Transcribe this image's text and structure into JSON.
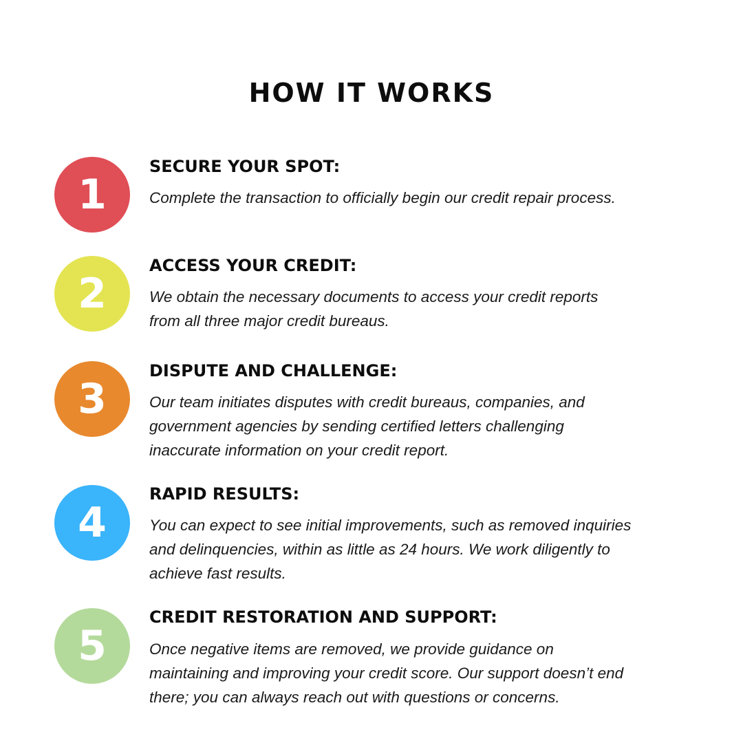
{
  "title": "HOW IT WORKS",
  "colors": {
    "step1": "#e04e56",
    "step2": "#e4e453",
    "step3": "#e8892e",
    "step4": "#3ab4fb",
    "step5": "#b4da9b"
  },
  "steps": [
    {
      "number": "1",
      "heading": "SECURE YOUR SPOT:",
      "lines": [
        "Complete the transaction to officially begin our credit repair process."
      ]
    },
    {
      "number": "2",
      "heading": "ACCESS YOUR CREDIT:",
      "lines": [
        "We obtain the necessary documents to access your credit reports",
        "from all three major credit bureaus."
      ]
    },
    {
      "number": "3",
      "heading": "DISPUTE AND CHALLENGE:",
      "lines": [
        "Our team initiates disputes with credit bureaus, companies, and",
        "government agencies by sending certified letters challenging",
        "inaccurate information on your credit report."
      ]
    },
    {
      "number": "4",
      "heading": "RAPID RESULTS:",
      "lines": [
        "You can expect to see initial improvements, such as removed inquiries",
        "and delinquencies, within as little as 24 hours. We work diligently to",
        "achieve fast results."
      ]
    },
    {
      "number": "5",
      "heading": "CREDIT RESTORATION AND SUPPORT:",
      "lines": [
        "Once negative items are removed, we provide guidance on",
        "maintaining and improving your credit score. Our support doesn’t end",
        "there; you can always reach out with questions or concerns."
      ]
    }
  ]
}
